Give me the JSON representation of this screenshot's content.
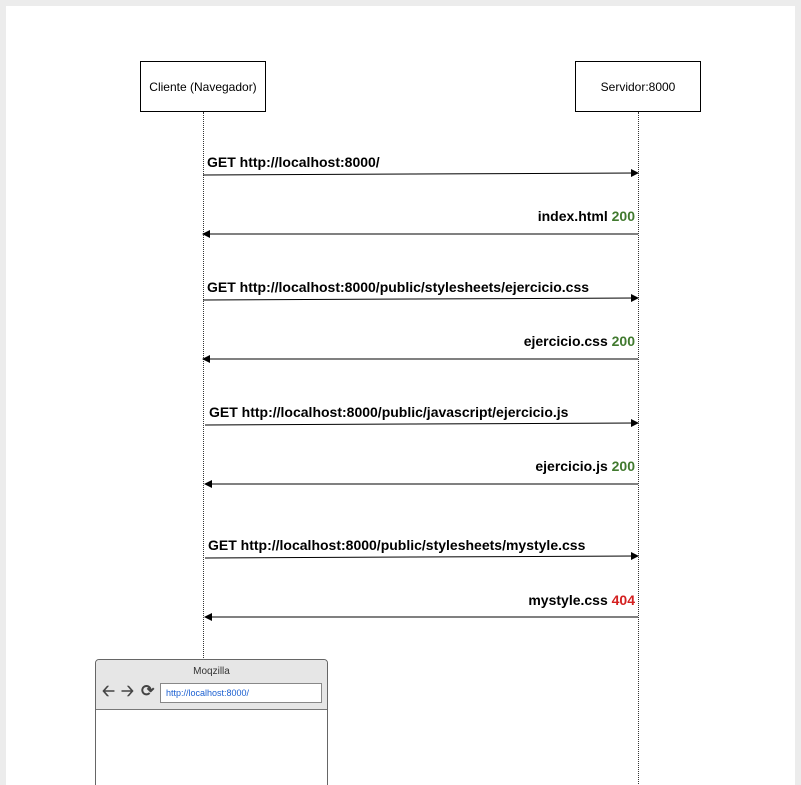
{
  "actors": {
    "client": "Cliente (Navegador)",
    "server": "Servidor:8000"
  },
  "messages": [
    {
      "text": "GET http://localhost:8000/"
    },
    {
      "text": "index.html",
      "status": "200"
    },
    {
      "text": "GET http://localhost:8000/public/stylesheets/ejercicio.css"
    },
    {
      "text": "ejercicio.css",
      "status": "200"
    },
    {
      "text": "GET http://localhost:8000/public/javascript/ejercicio.js"
    },
    {
      "text": "ejercicio.js",
      "status": "200"
    },
    {
      "text": "GET http://localhost:8000/public/stylesheets/mystyle.css"
    },
    {
      "text": "mystyle.css",
      "status": "404"
    }
  ],
  "browser": {
    "title": "Moqzilla",
    "url": "http://localhost:8000/",
    "icons": [
      "arrow-left-icon",
      "arrow-right-icon",
      "reload-icon"
    ]
  },
  "colors": {
    "ok": "#417a2f",
    "error": "#d42020"
  }
}
